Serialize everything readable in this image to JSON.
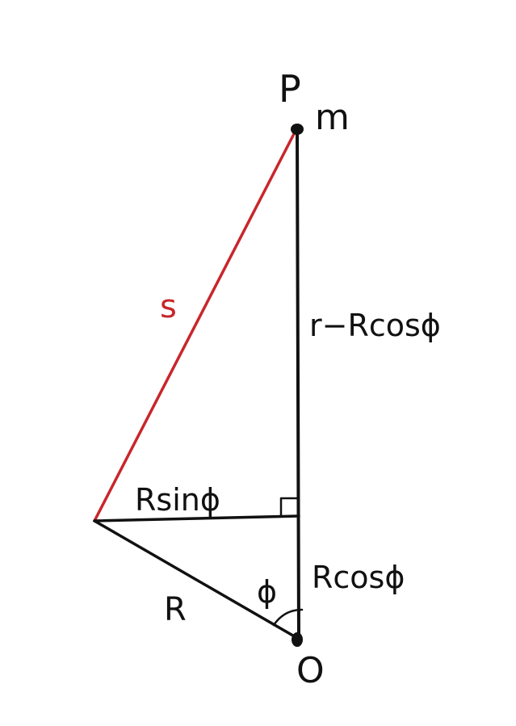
{
  "diagram": {
    "labels": {
      "point_top": "P",
      "mass": "m",
      "hypotenuse": "s",
      "vertical_upper": "r−Rcosϕ",
      "horizontal": "Rsinϕ",
      "radius": "R",
      "angle": "ϕ",
      "vertical_lower": "Rcosϕ",
      "origin": "O"
    },
    "colors": {
      "ink": "#111111",
      "hypotenuse": "#c8262b",
      "background": "#ffffff"
    }
  }
}
